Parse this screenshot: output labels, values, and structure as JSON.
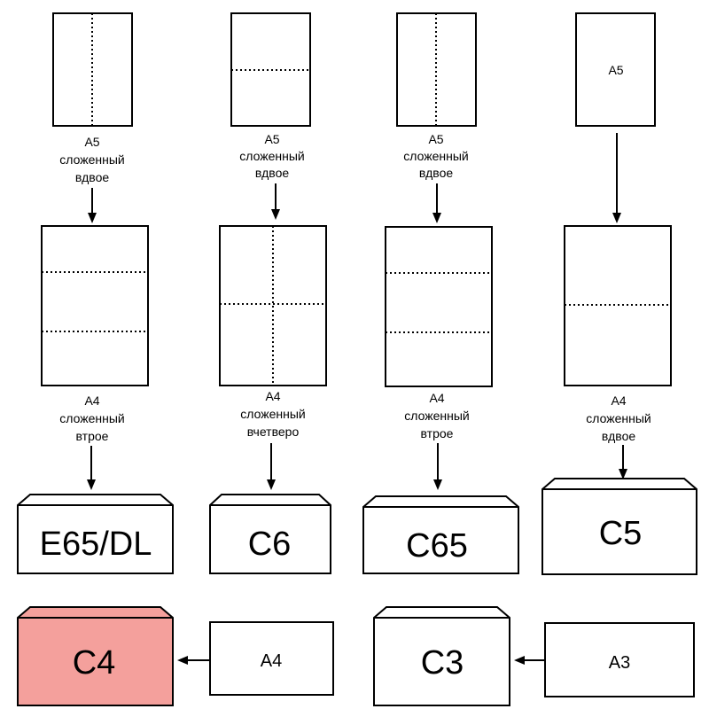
{
  "colors": {
    "stroke": "#000000",
    "background": "#ffffff",
    "highlight_envelope": "#f4a09c"
  },
  "columns": [
    {
      "top_sheet": {
        "label": "",
        "fold": "vertical"
      },
      "top_caption": [
        "A5",
        "сложенный",
        "вдвое"
      ],
      "mid_sheet": {
        "fold": "thirds"
      },
      "mid_caption": [
        "A4",
        "сложенный",
        "втрое"
      ],
      "envelope": "E65/DL"
    },
    {
      "top_sheet": {
        "label": "",
        "fold": "horizontal"
      },
      "top_caption": [
        "A5",
        "сложенный",
        "вдвое"
      ],
      "mid_sheet": {
        "fold": "quarters"
      },
      "mid_caption": [
        "A4",
        "сложенный",
        "вчетверо"
      ],
      "envelope": "C6"
    },
    {
      "top_sheet": {
        "label": "",
        "fold": "vertical"
      },
      "top_caption": [
        "A5",
        "сложенный",
        "вдвое"
      ],
      "mid_sheet": {
        "fold": "thirds"
      },
      "mid_caption": [
        "A4",
        "сложенный",
        "втрое"
      ],
      "envelope": "C65"
    },
    {
      "top_sheet": {
        "label": "A5",
        "fold": "none"
      },
      "top_caption": [],
      "mid_sheet": {
        "fold": "half"
      },
      "mid_caption": [
        "A4",
        "сложенный",
        "вдвое"
      ],
      "envelope": "C5"
    }
  ],
  "bottom_row": {
    "c4_envelope": "C4",
    "a4_sheet": "A4",
    "c3_envelope": "C3",
    "a3_sheet": "A3"
  }
}
